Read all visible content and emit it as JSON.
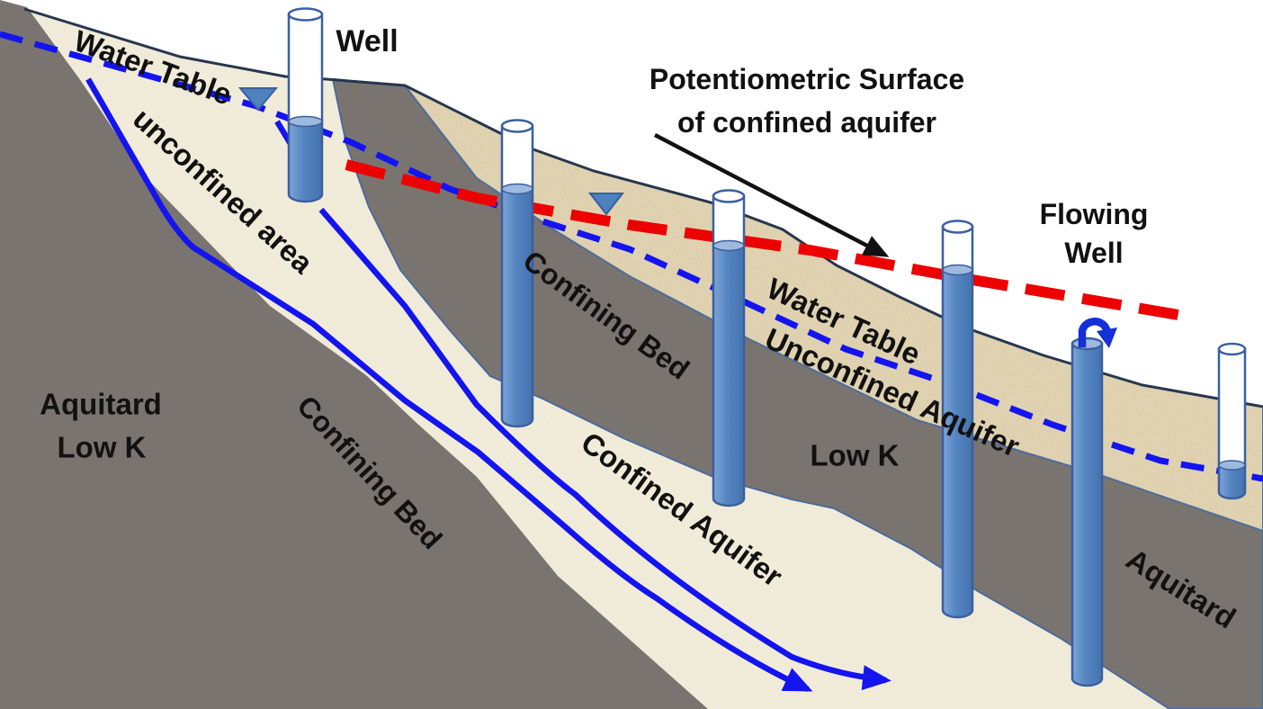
{
  "labels": {
    "well": "Well",
    "water_table_left": "Water Table",
    "unconfined_area": "unconfined area",
    "potentiometric_line1": "Potentiometric Surface",
    "potentiometric_line2": "of confined aquifer",
    "flowing_well_line1": "Flowing",
    "flowing_well_line2": "Well",
    "aquitard_left_line1": "Aquitard",
    "aquitard_left_line2": "Low K",
    "confining_bed_left": "Confining Bed",
    "confining_bed_middle": "Confining Bed",
    "confined_aquifer": "Confined Aquifer",
    "water_table_right": "Water Table",
    "unconfined_aquifer": "Unconfined Aquifer",
    "low_k_middle": "Low K",
    "aquitard_right": "Aquitard"
  },
  "colors": {
    "sky": "#ffffff",
    "sand_aquifer": "#e6d9b8",
    "confined_aquifer_cream": "#f3eedd",
    "aquitard_gray": "#7a7470",
    "surface_outline": "#26364e",
    "layer_outline": "#4a6b9d",
    "water_table_line": "#1414f0",
    "potentiometric_line": "#ec0000",
    "flow_line": "#1414ee",
    "well_water": "#4f81bd",
    "well_water_light": "#9db9dd",
    "well_casing": "#ffffff",
    "well_outline": "#3b5fa0",
    "flowing_arrow": "#1330d9",
    "annotation_arrow": "#111111",
    "label_text": "#111111"
  }
}
